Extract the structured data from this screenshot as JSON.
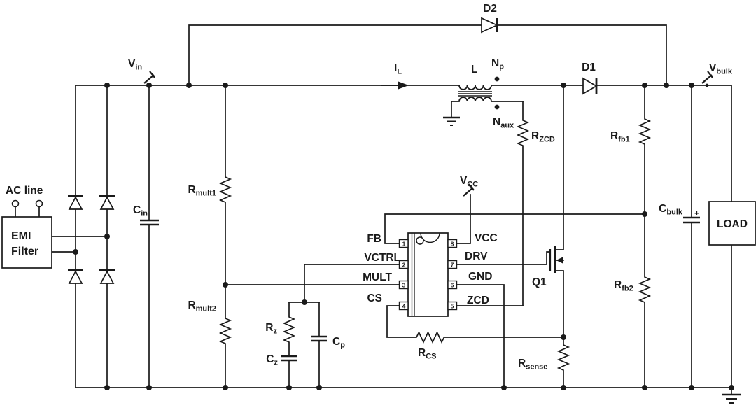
{
  "labels": {
    "ac_line": "AC line",
    "emi_filter_line1": "EMI",
    "emi_filter_line2": "Filter",
    "vin": {
      "main": "V",
      "sub": "in"
    },
    "cin": {
      "main": "C",
      "sub": "in"
    },
    "rmult1": {
      "main": "R",
      "sub": "mult1"
    },
    "rmult2": {
      "main": "R",
      "sub": "mult2"
    },
    "d2": "D2",
    "d1": "D1",
    "il": {
      "main": "I",
      "sub": "L"
    },
    "l": "L",
    "np": {
      "main": "N",
      "sub": "p"
    },
    "naux": {
      "main": "N",
      "sub": "aux"
    },
    "rzcd": {
      "main": "R",
      "sub": "ZCD"
    },
    "vcc_rail": {
      "main": "V",
      "sub": "CC"
    },
    "q1": "Q1",
    "rz": {
      "main": "R",
      "sub": "z"
    },
    "cz": {
      "main": "C",
      "sub": "z"
    },
    "cp": {
      "main": "C",
      "sub": "p"
    },
    "rcs": {
      "main": "R",
      "sub": "CS"
    },
    "rsense": {
      "main": "R",
      "sub": "sense"
    },
    "rfb1": {
      "main": "R",
      "sub": "fb1"
    },
    "rfb2": {
      "main": "R",
      "sub": "fb2"
    },
    "cbulk": {
      "main": "C",
      "sub": "bulk"
    },
    "cbulk_polarity": "+",
    "vbulk": {
      "main": "V",
      "sub": "bulk"
    },
    "load": "LOAD"
  },
  "ic": {
    "left_pins": [
      {
        "num": "1",
        "label": "FB"
      },
      {
        "num": "2",
        "label": "VCTRL"
      },
      {
        "num": "3",
        "label": "MULT"
      },
      {
        "num": "4",
        "label": "CS"
      }
    ],
    "right_pins": [
      {
        "num": "8",
        "label": "VCC"
      },
      {
        "num": "7",
        "label": "DRV"
      },
      {
        "num": "6",
        "label": "GND"
      },
      {
        "num": "5",
        "label": "ZCD"
      }
    ]
  },
  "colors": {
    "wire": "#1a1a1a",
    "background": "#ffffff"
  }
}
